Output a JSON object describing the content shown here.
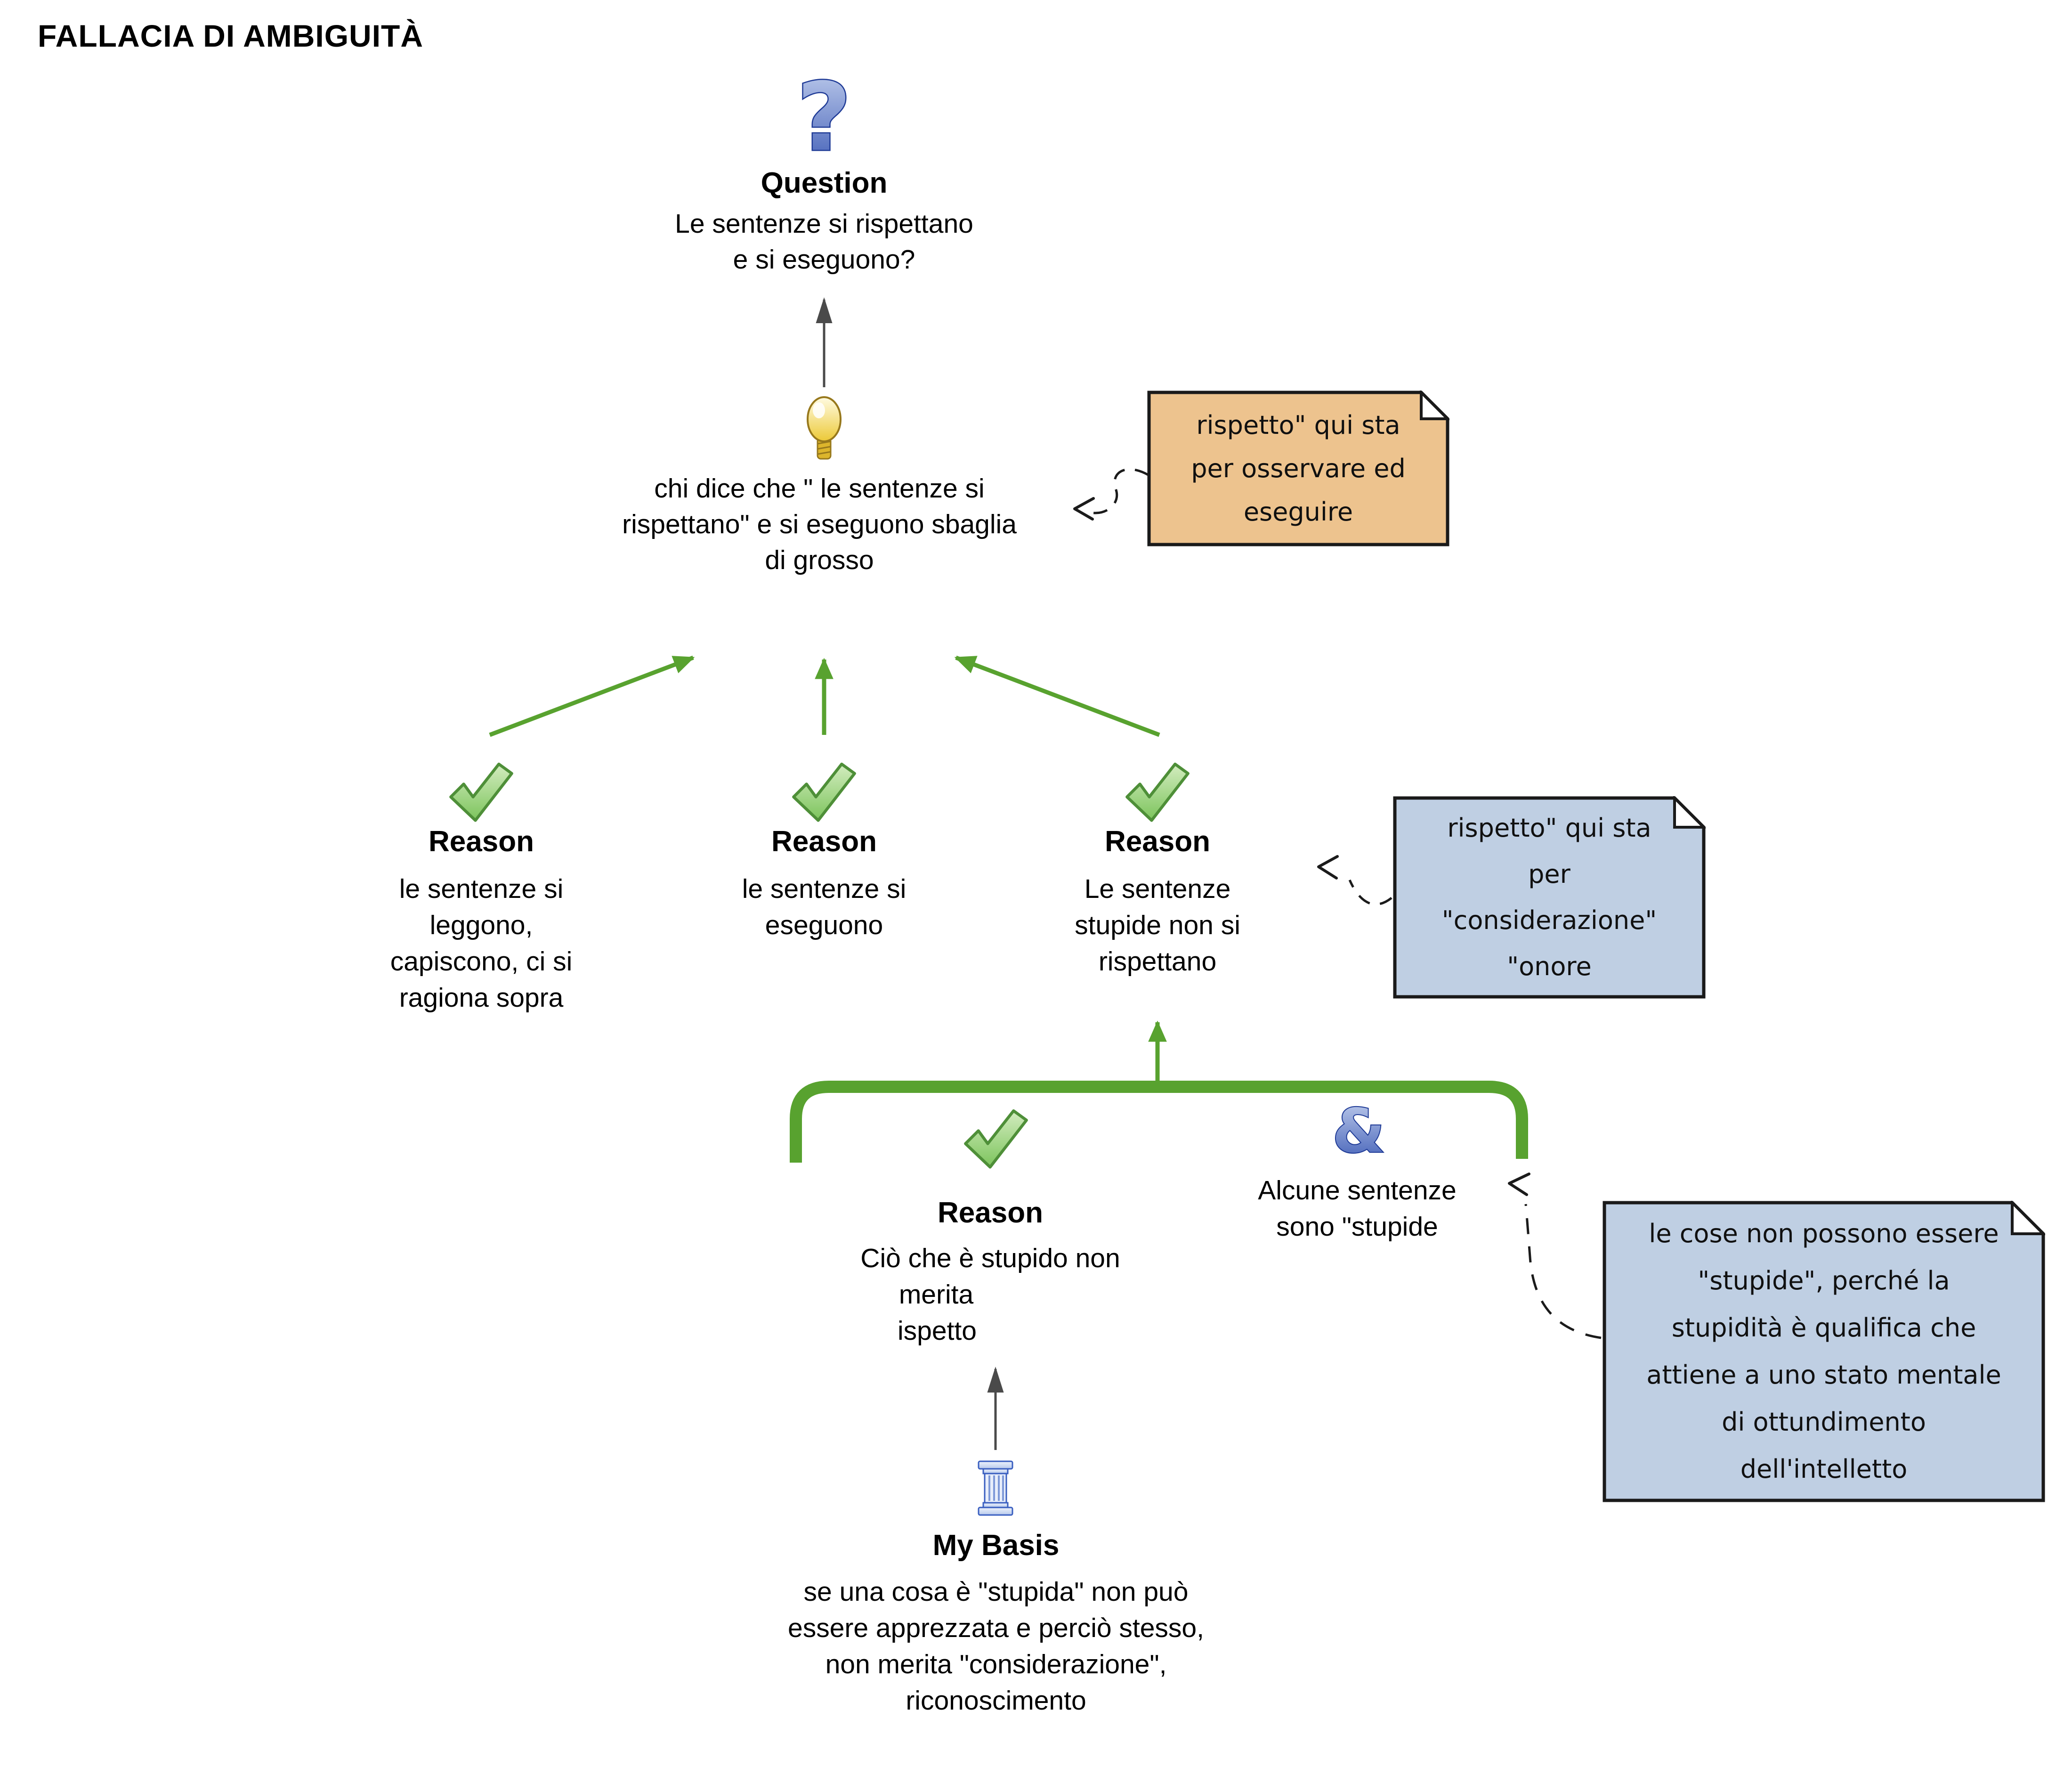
{
  "title": "FALLACIA DI AMBIGUITÀ",
  "colors": {
    "green_arrow": "#58a22f",
    "check_fill": "#9ad378",
    "check_stroke": "#4e8f38",
    "note_orange_bg": "#edc38e",
    "note_blue_bg": "#bfcfe3",
    "note_border": "#1a1a1a",
    "icon_blue": "#3d5bb5",
    "icon_blue_stroke": "#1e3a96",
    "bulb_yellow": "#ecc937",
    "gray_arrow": "#4a4a4a"
  },
  "icons": {
    "question": "question-mark-icon",
    "contention": "lightbulb-icon",
    "reason": "check-icon",
    "conjunction": "ampersand-icon",
    "basis": "pillar-icon"
  },
  "question": {
    "label": "Question",
    "lines": [
      "Le sentenze si rispettano",
      "e si eseguono?"
    ]
  },
  "contention": {
    "lines": [
      "chi dice che \" le sentenze si",
      "rispettano\" e si eseguono sbaglia",
      "di grosso"
    ]
  },
  "reasons": [
    {
      "label": "Reason",
      "lines": [
        "le sentenze si",
        "leggono,",
        "capiscono, ci si",
        "ragiona sopra"
      ]
    },
    {
      "label": "Reason",
      "lines": [
        "le sentenze si",
        "eseguono"
      ]
    },
    {
      "label": "Reason",
      "lines": [
        "Le sentenze",
        "stupide non si",
        "rispettano"
      ]
    }
  ],
  "group": {
    "reason": {
      "label": "Reason",
      "line1": "Ciò che è stupido non",
      "line2": "merita",
      "line3": "ispetto"
    },
    "conjunction": {
      "lines": [
        "Alcune sentenze",
        "sono \"stupide"
      ]
    }
  },
  "basis": {
    "label": "My Basis",
    "lines": [
      "se una cosa è \"stupida\" non può",
      "essere apprezzata e perciò stesso,",
      "non merita \"considerazione\",",
      "riconoscimento"
    ]
  },
  "notes": {
    "orange": {
      "lines": [
        "rispetto\" qui sta",
        "per osservare ed",
        "eseguire"
      ]
    },
    "blue1": {
      "lines": [
        "rispetto\" qui sta",
        "per",
        "\"considerazione\"",
        "\"onore"
      ]
    },
    "blue2": {
      "lines": [
        "le cose non possono essere",
        "\"stupide\", perché la",
        "stupidità è qualifica che",
        "attiene a uno stato mentale",
        "di ottundimento",
        "dell'intelletto"
      ]
    }
  }
}
